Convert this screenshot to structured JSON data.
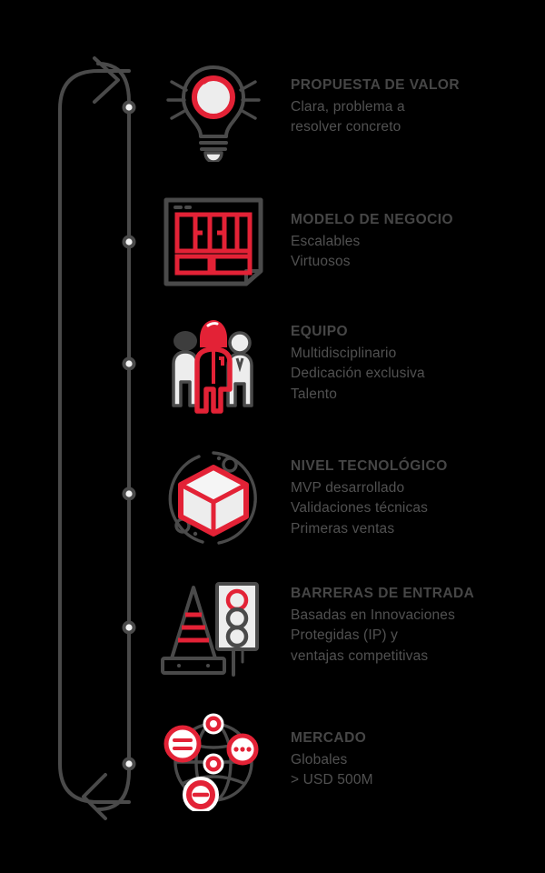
{
  "palette": {
    "background": "#000000",
    "accent_red": "#E32236",
    "rail_gray": "#4a4a4a",
    "heading_gray": "#464646",
    "body_gray": "#515151",
    "icon_gray": "#4a4a4a",
    "icon_light": "#ededed",
    "dot_center": "#f2f2f2"
  },
  "rail": {
    "top_chevron": "chevron-right-icon",
    "bottom_chevron": "chevron-left-icon",
    "milestone_count": 6
  },
  "rows": [
    {
      "icon": "lightbulb-icon",
      "title": "PROPUESTA DE VALOR",
      "lines": [
        "Clara, problema a",
        "resolver concreto"
      ]
    },
    {
      "icon": "blueprint-icon",
      "title": "MODELO DE NEGOCIO",
      "lines": [
        "Escalables",
        "Virtuosos"
      ]
    },
    {
      "icon": "team-people-icon",
      "title": "EQUIPO",
      "lines": [
        "Multidisciplinario",
        "Dedicación exclusiva",
        "Talento"
      ]
    },
    {
      "icon": "cube-orbit-icon",
      "title": "NIVEL TECNOLÓGICO",
      "lines": [
        "MVP desarrollado",
        "Validaciones técnicas",
        "Primeras ventas"
      ]
    },
    {
      "icon": "traffic-cone-light-icon",
      "title": "BARRERAS DE ENTRADA",
      "lines": [
        "Basadas en Innovaciones",
        "Protegidas (IP) y",
        "ventajas competitivas"
      ]
    },
    {
      "icon": "globe-network-icon",
      "title": "MERCADO",
      "lines": [
        "Globales",
        "> USD 500M"
      ]
    }
  ]
}
